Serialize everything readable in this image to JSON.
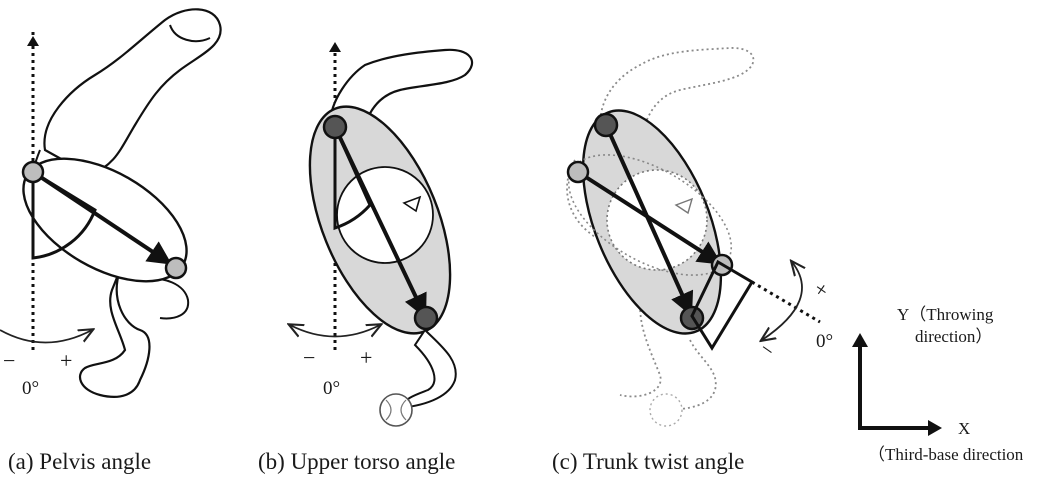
{
  "panels": [
    {
      "caption": "(a) Pelvis angle",
      "zero": "0°",
      "minus": "−",
      "plus": "+"
    },
    {
      "caption": "(b) Upper torso angle",
      "zero": "0°",
      "minus": "−",
      "plus": "+"
    },
    {
      "caption": "(c) Trunk twist angle",
      "zero": "0°",
      "minus": "−",
      "plus": "+"
    }
  ],
  "axes": {
    "y_label": "Y（Throwing",
    "y_label2": "direction）",
    "x_label": "X",
    "x_label2": "（Third-base direction"
  },
  "colors": {
    "ellipse_fill": "#d8d8d8",
    "stroke": "#111111",
    "ghost": "#8a8a8a"
  }
}
